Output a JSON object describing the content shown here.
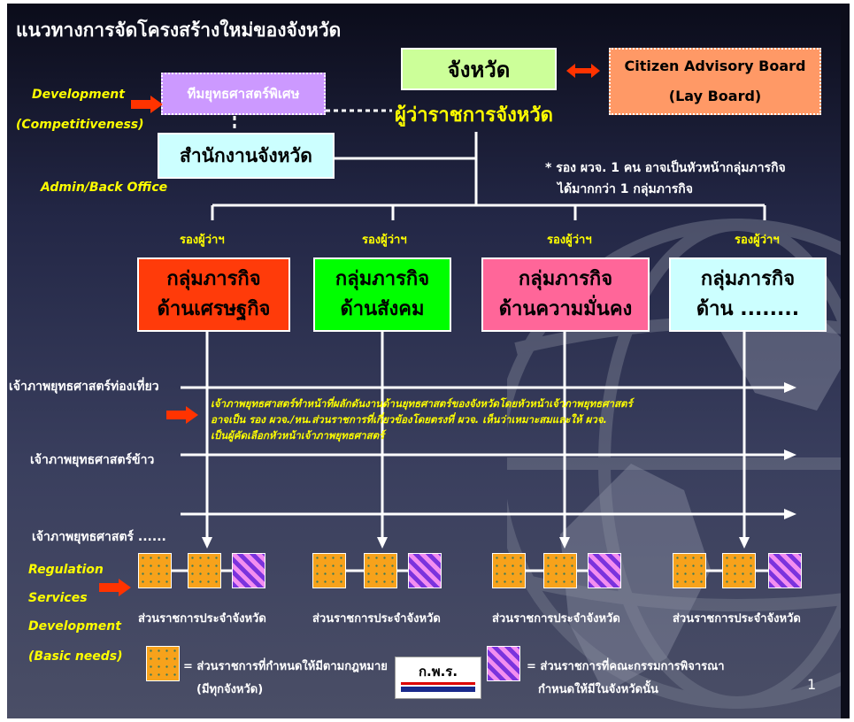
{
  "title": "แนวทางการจัดโครงสร้างใหม่ของจังหวัด",
  "province": "จังหวัด",
  "governor": "ผู้ว่าราชการจังหวัด",
  "citizen_board": {
    "line1": "Citizen Advisory Board",
    "line2": "(Lay Board)"
  },
  "special_team": "ทีมยุทธศาสตร์พิเศษ",
  "provincial_office": "สำนักงานจังหวัด",
  "labels": {
    "development": "Development",
    "competitiveness": "(Competitiveness)",
    "admin": "Admin/Back Office",
    "regulation": "Regulation",
    "services": "Services",
    "development2": "Development",
    "basic_needs": "(Basic needs)"
  },
  "note": {
    "line1": "* รอง ผวจ. 1 คน อาจเป็นหัวหน้ากลุ่มภารกิจ",
    "line2": "ได้มากกว่า 1 กลุ่มภารกิจ"
  },
  "deputy_label": "รองผู้ว่าฯ",
  "groups": [
    {
      "line1": "กลุ่มภารกิจ",
      "line2": "ด้านเศรษฐกิจ",
      "color": "#ff3b0a"
    },
    {
      "line1": "กลุ่มภารกิจ",
      "line2": "ด้านสังคม",
      "color": "#00ff00"
    },
    {
      "line1": "กลุ่มภารกิจ",
      "line2": "ด้านความมั่นคง",
      "color": "#ff6699"
    },
    {
      "line1": "กลุ่มภารกิจ",
      "line2": "ด้าน ........",
      "color": "#ccffff"
    }
  ],
  "strategy_rows": [
    "เจ้าภาพยุทธศาสตร์ท่องเที่ยว",
    "เจ้าภาพยุทธศาสตร์ข้าว",
    "เจ้าภาพยุทธศาสตร์ ......"
  ],
  "strategy_note": [
    "เจ้าภาพยุทธศาสตร์ทำหน้าที่ผลักดันงานด้านยุทธศาสตร์ของจังหวัดโดยหัวหน้าเจ้าภาพยุทธศาสตร์",
    "อาจเป็น รอง ผวจ./หน.ส่วนราชการที่เกี่ยวข้องโดยตรงที่ ผวจ. เห็นว่าเหมาะสมและให้ ผวจ.",
    "เป็นผู้คัดเลือกหัวหน้าเจ้าภาพยุทธศาสตร์"
  ],
  "unit_label": "ส่วนราชการประจำจังหวัด",
  "legend": {
    "legal": "= ส่วนราชการที่กำหนดให้มีตามกฎหมาย",
    "legal_sub": "(มีทุกจังหวัด)",
    "committee": "= ส่วนราชการที่คณะกรรมการพิจารณา",
    "committee_sub": "กำหนดให้มีในจังหวัดนั้น"
  },
  "logo_text": "ก.พ.ร.",
  "page_number": "1",
  "colors": {
    "province_box": "#ccff99",
    "citizen_box": "#ff9966",
    "special_team_box": "#cc99ff",
    "accent_yellow": "#ffff00",
    "arrow_red": "#ff3300"
  }
}
